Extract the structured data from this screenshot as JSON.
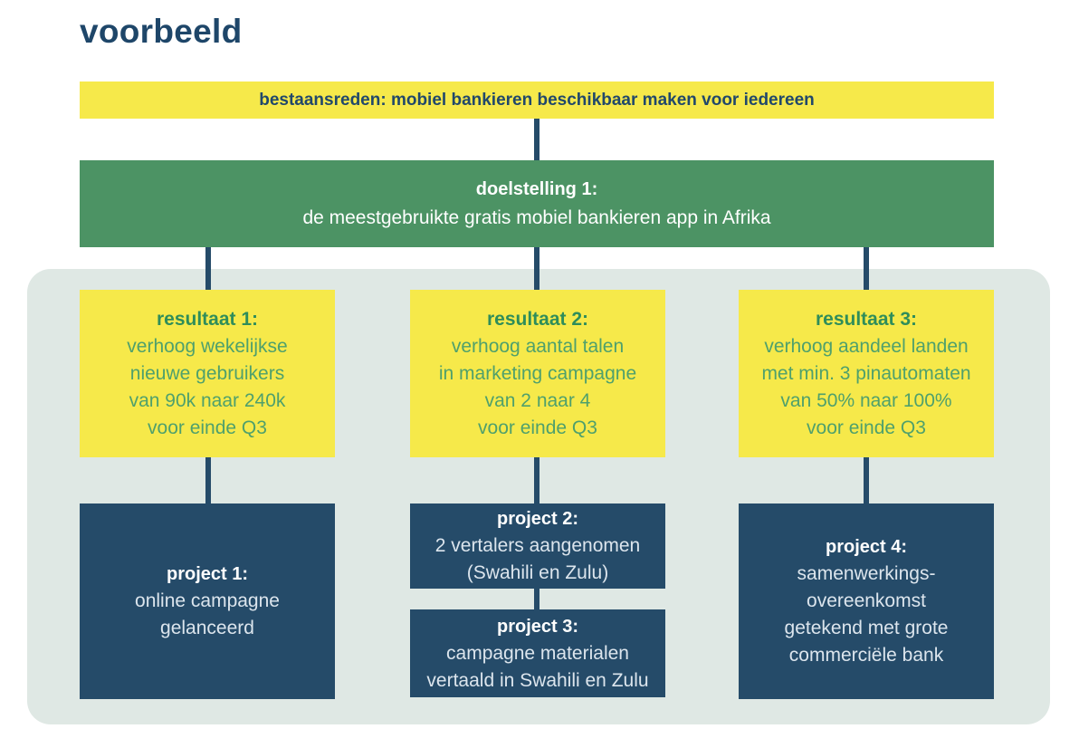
{
  "page": {
    "title": "voorbeeld"
  },
  "colors": {
    "navy": "#254B69",
    "yellow": "#F6E94A",
    "green": "#4C9364",
    "panel_background": "#DFE8E4",
    "result_title_text": "#2F8D5A",
    "result_body_text": "#4FA06C",
    "page_title_text": "#1E4669"
  },
  "mission": {
    "label": "bestaansreden: mobiel bankieren beschikbaar maken voor iedereen"
  },
  "goal": {
    "title": "doelstelling 1:",
    "lines": [
      "de meestgebruikte gratis mobiel bankieren app in Afrika"
    ]
  },
  "results": [
    {
      "title": "resultaat 1:",
      "lines": [
        "verhoog wekelijkse",
        "nieuwe gebruikers",
        "van 90k naar 240k",
        "voor einde Q3"
      ]
    },
    {
      "title": "resultaat 2:",
      "lines": [
        "verhoog aantal talen",
        "in marketing campagne",
        "van 2 naar 4",
        "voor einde Q3"
      ]
    },
    {
      "title": "resultaat 3:",
      "lines": [
        "verhoog aandeel landen",
        "met min. 3 pinautomaten",
        "van 50% naar 100%",
        "voor einde Q3"
      ]
    }
  ],
  "projects": [
    {
      "title": "project 1:",
      "lines": [
        "online campagne",
        "gelanceerd"
      ]
    },
    {
      "title": "project 2:",
      "lines": [
        "2 vertalers aangenomen",
        "(Swahili en Zulu)"
      ]
    },
    {
      "title": "project 3:",
      "lines": [
        "campagne materialen",
        "vertaald in Swahili en Zulu"
      ]
    },
    {
      "title": "project 4:",
      "lines": [
        "samenwerkings-",
        "overeenkomst",
        "getekend met grote",
        "commerciële bank"
      ]
    }
  ]
}
